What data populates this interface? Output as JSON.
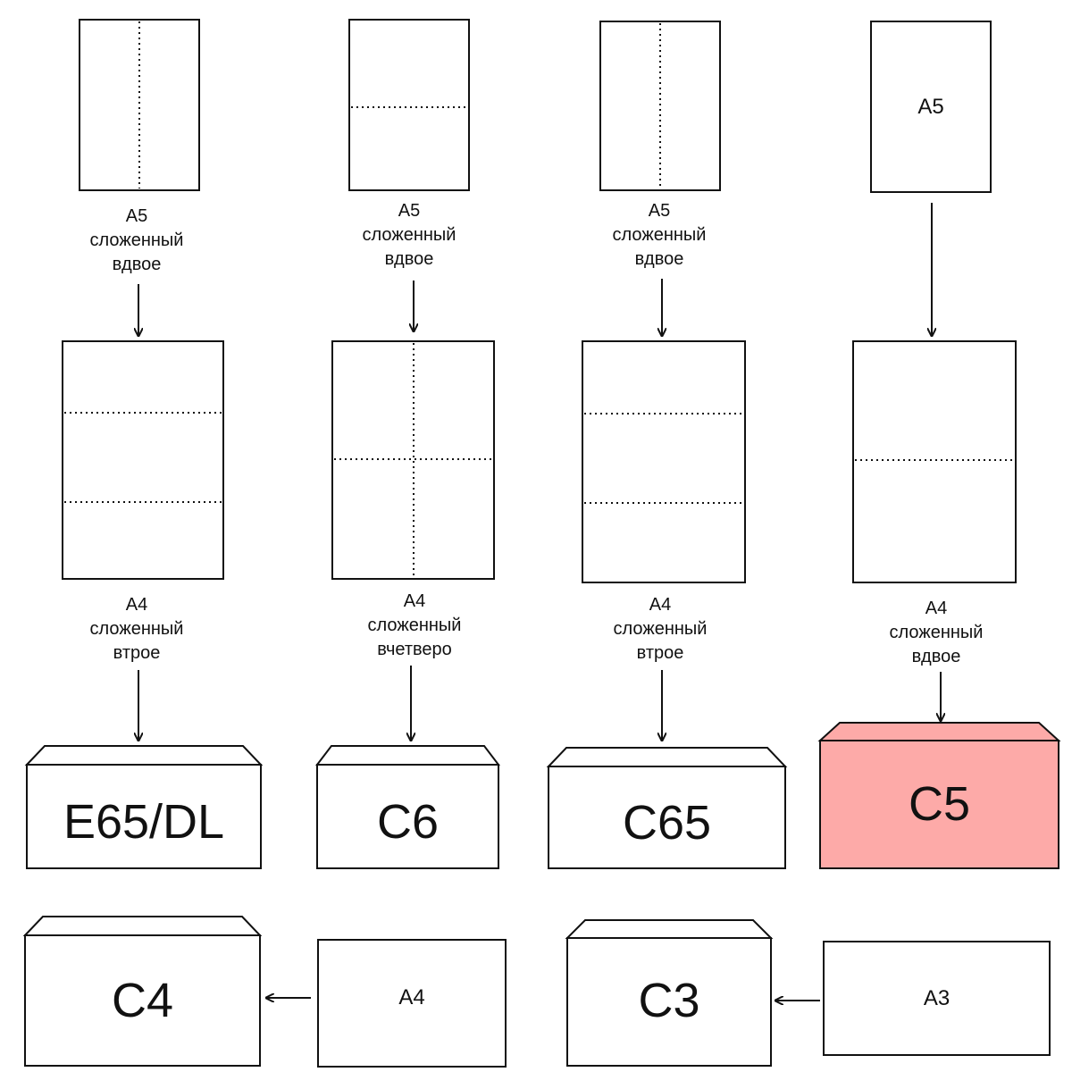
{
  "columns": [
    {
      "top_sheet": {
        "text": "",
        "fold": "vertical"
      },
      "top_label": [
        "A5",
        "сложенный",
        "вдвое"
      ],
      "mid_sheet": {
        "fold": "two-horizontal"
      },
      "mid_label": [
        "A4",
        "сложенный",
        "втрое"
      ],
      "envelope": {
        "label": "E65/DL",
        "highlight": false
      }
    },
    {
      "top_sheet": {
        "text": "",
        "fold": "horizontal"
      },
      "top_label": [
        "A5",
        "сложенный",
        "вдвое"
      ],
      "mid_sheet": {
        "fold": "cross"
      },
      "mid_label": [
        "A4",
        "сложенный",
        "вчетверо"
      ],
      "envelope": {
        "label": "C6",
        "highlight": false
      }
    },
    {
      "top_sheet": {
        "text": "",
        "fold": "vertical"
      },
      "top_label": [
        "A5",
        "сложенный",
        "вдвое"
      ],
      "mid_sheet": {
        "fold": "two-horizontal"
      },
      "mid_label": [
        "A4",
        "сложенный",
        "втрое"
      ],
      "envelope": {
        "label": "C65",
        "highlight": false
      }
    },
    {
      "top_sheet": {
        "text": "A5",
        "fold": "none"
      },
      "top_label": [],
      "mid_sheet": {
        "fold": "horizontal"
      },
      "mid_label": [
        "A4",
        "сложенный",
        "вдвое"
      ],
      "envelope": {
        "label": "C5",
        "highlight": true
      }
    }
  ],
  "bottom_row": [
    {
      "envelope": "C4",
      "paper": "A4"
    },
    {
      "envelope": "C3",
      "paper": "A3"
    }
  ],
  "colors": {
    "highlight": "#fdaaa8",
    "stroke": "#111111",
    "background": "#ffffff"
  }
}
